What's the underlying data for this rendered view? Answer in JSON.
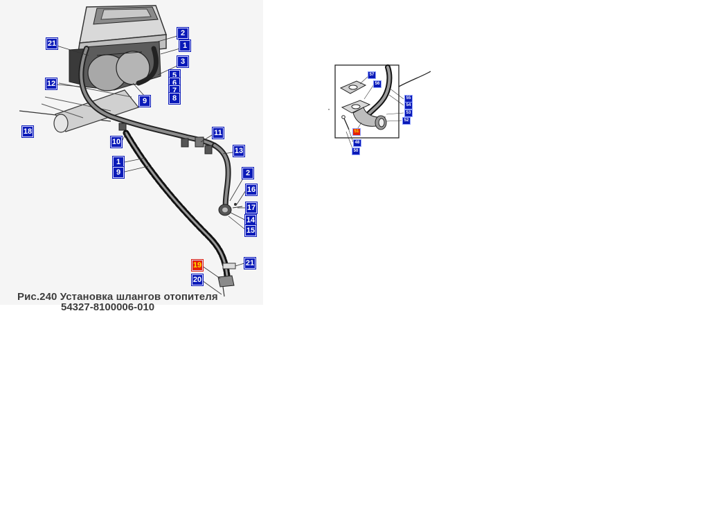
{
  "caption": {
    "line1": "Рис.240  Установка шлангов отопителя",
    "line2": "54327-8100006-010"
  },
  "main_callouts": [
    "21",
    "2",
    "1",
    "3",
    "5",
    "6",
    "7",
    "8",
    "12",
    "9",
    "18",
    "10",
    "11",
    "13",
    "1",
    "9",
    "2",
    "16",
    "17",
    "14",
    "15",
    "19",
    "21",
    "20"
  ],
  "inset_callouts": [
    "57",
    "56",
    "55",
    "54",
    "53",
    "52",
    "51",
    "48",
    "50"
  ],
  "active_callout": {
    "main": "19",
    "inset": "51"
  },
  "colors": {
    "callout_fill": "#0a1ab8",
    "callout_active_fill": "#e4200a",
    "callout_active_text": "#ffe600"
  }
}
